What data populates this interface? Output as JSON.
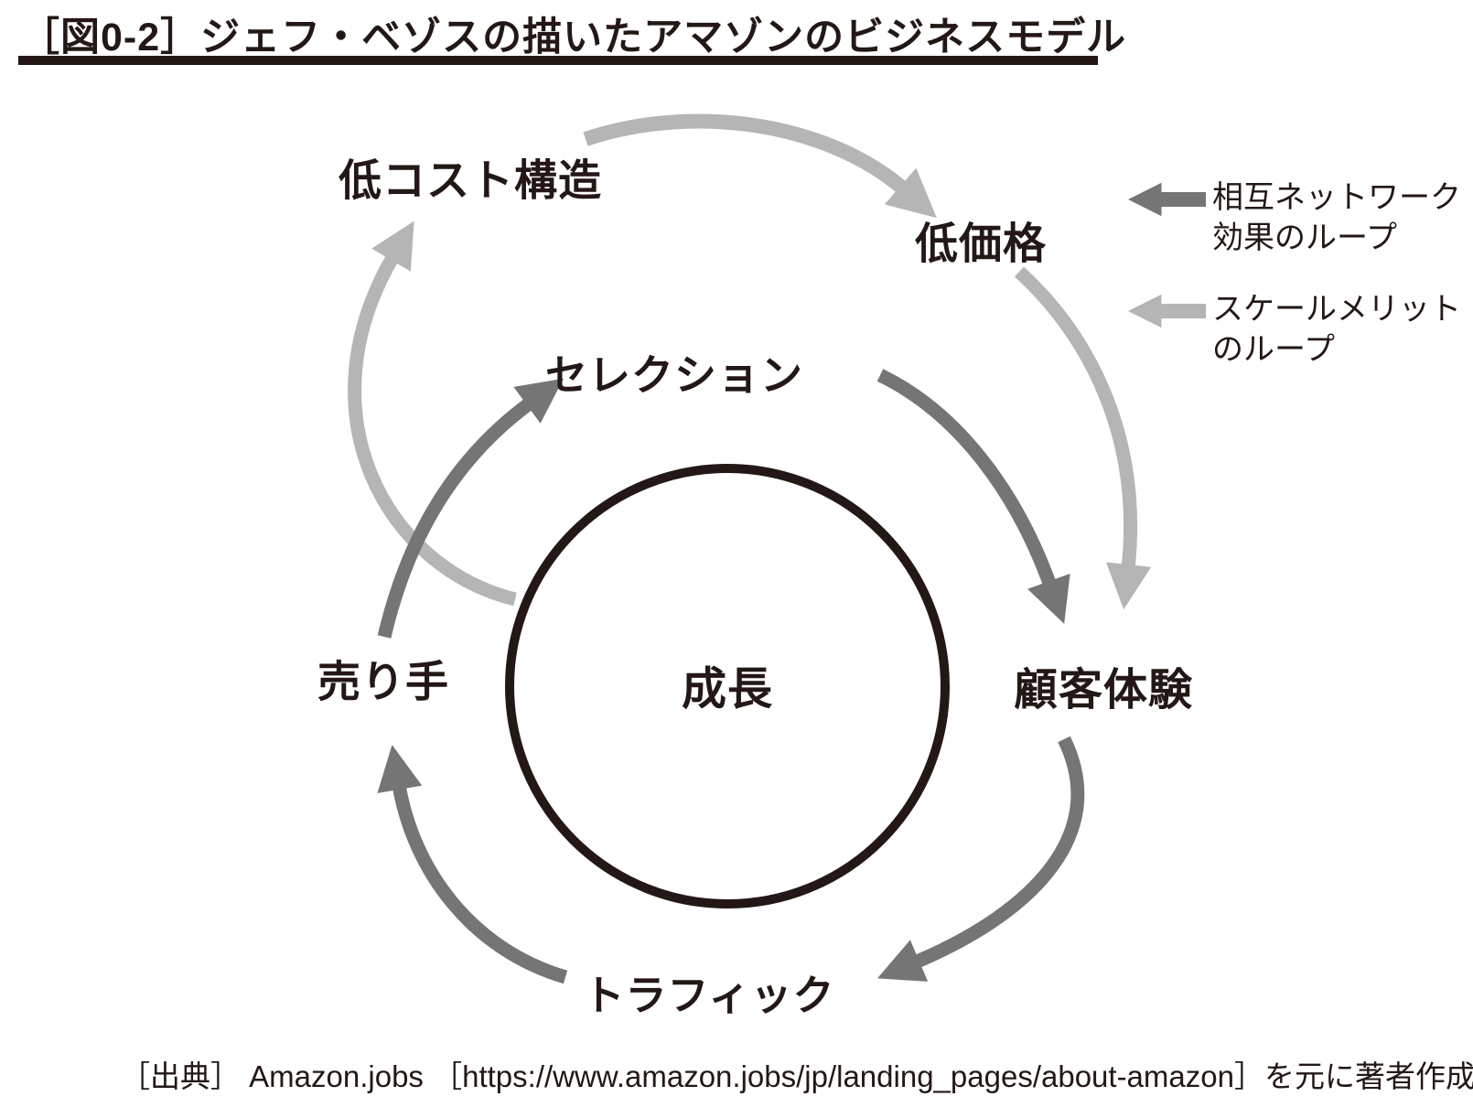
{
  "title": "［図0-2］ジェフ・ベゾスの描いたアマゾンのビジネスモデル",
  "nodes": {
    "growth": "成長",
    "low_cost_structure": "低コスト構造",
    "low_price": "低価格",
    "selection": "セレクション",
    "sellers": "売り手",
    "customer_experience": "顧客体験",
    "traffic": "トラフィック"
  },
  "legend": {
    "items": [
      {
        "name": "network-effect-loop",
        "line1": "相互ネットワーク",
        "line2": "効果のループ",
        "arrow_color": "#757575"
      },
      {
        "name": "scale-merit-loop",
        "line1": "スケールメリット",
        "line2": "のループ",
        "arrow_color": "#b5b5b5"
      }
    ]
  },
  "edges": [
    {
      "from": "成長",
      "to": "低コスト構造",
      "loop": "スケールメリットのループ"
    },
    {
      "from": "低コスト構造",
      "to": "低価格",
      "loop": "スケールメリットのループ"
    },
    {
      "from": "低価格",
      "to": "顧客体験",
      "loop": "スケールメリットのループ"
    },
    {
      "from": "売り手",
      "to": "セレクション",
      "loop": "相互ネットワーク効果のループ"
    },
    {
      "from": "セレクション",
      "to": "顧客体験",
      "loop": "相互ネットワーク効果のループ"
    },
    {
      "from": "顧客体験",
      "to": "トラフィック",
      "loop": "相互ネットワーク効果のループ"
    },
    {
      "from": "トラフィック",
      "to": "売り手",
      "loop": "相互ネットワーク効果のループ"
    }
  ],
  "source": "［出典］ Amazon.jobs ［https://www.amazon.jobs/jp/landing_pages/about-amazon］を元に著者作成",
  "colors": {
    "ink": "#231815",
    "dark_arrow": "#757575",
    "light_arrow": "#b5b5b5",
    "background": "#ffffff"
  }
}
